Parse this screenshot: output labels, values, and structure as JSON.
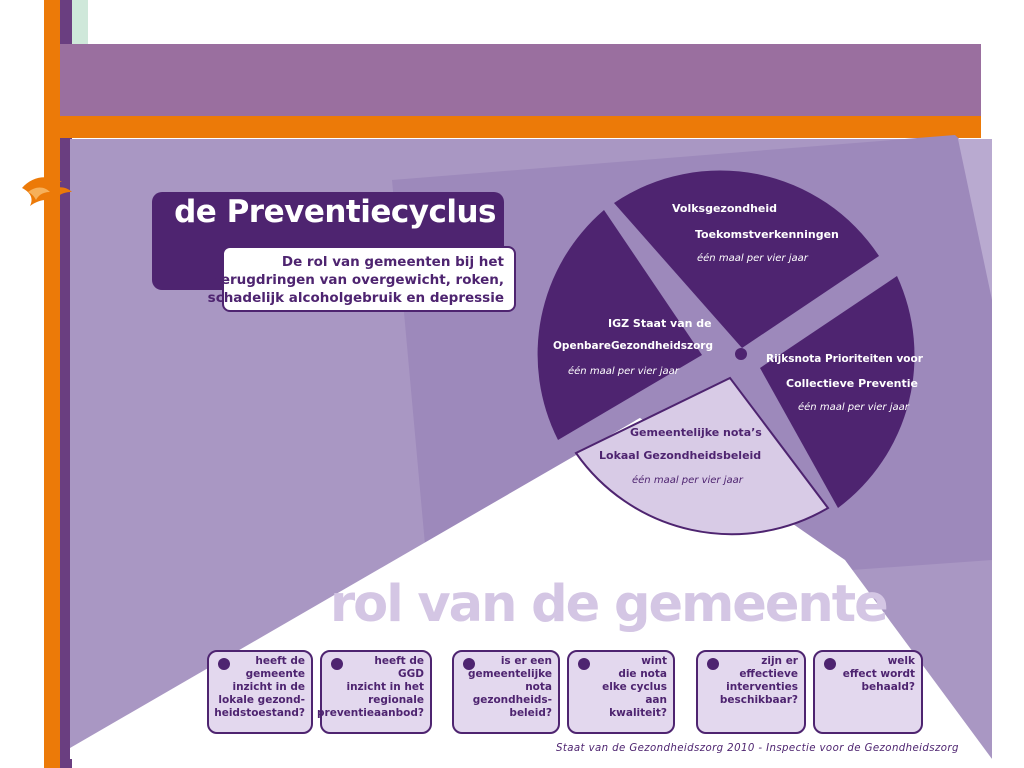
{
  "title": "de Preventiecyclus",
  "subtitle": [
    "De rol van gemeenten bij het",
    "terugdringen van overgewicht, roken,",
    "schadelijk alcoholgebruik en depressie"
  ],
  "cycle": {
    "top": {
      "lines": [
        "Volksgezondheid",
        "Toekomstverkenningen"
      ],
      "frequency": "één maal per vier jaar"
    },
    "right": {
      "lines": [
        "Rijksnota Prioriteiten voor",
        "Collectieve Preventie"
      ],
      "frequency": "één maal per vier jaar"
    },
    "bottom": {
      "lines": [
        "Gemeentelijke nota’s",
        "Lokaal Gezondheidsbeleid"
      ],
      "frequency": "één maal per vier jaar"
    },
    "left": {
      "lines": [
        "IGZ Staat van de",
        "OpenbareGezondheidszorg"
      ],
      "frequency": "één maal per vier jaar"
    }
  },
  "section_heading": "rol van de gemeente",
  "questions": [
    {
      "lines": [
        "heeft de",
        "gemeente",
        "inzicht in de",
        "lokale gezond-",
        "heidstoestand?"
      ]
    },
    {
      "lines": [
        "heeft de",
        "GGD",
        "inzicht in het",
        "regionale",
        "preventieaanbod?"
      ]
    },
    {
      "lines": [
        "is er een",
        "gemeentelijke",
        "nota",
        "gezondheids-",
        "beleid?"
      ]
    },
    {
      "lines": [
        "wint",
        "die nota",
        "elke cyclus",
        "aan",
        "kwaliteit?"
      ]
    },
    {
      "lines": [
        "zijn er",
        "effectieve",
        "interventies",
        "beschikbaar?"
      ]
    },
    {
      "lines": [
        "welk",
        "effect wordt",
        "behaald?"
      ]
    }
  ],
  "footer": "Staat van de Gezondheidszorg 2010 - Inspectie voor de Gezondheidszorg",
  "colors": {
    "dark_purple": "#4e2470",
    "mid_purple": "#9b89bb",
    "light_purple": "#d8cbe6",
    "orange": "#ec7a08",
    "header_purple": "#9a6f9f"
  }
}
